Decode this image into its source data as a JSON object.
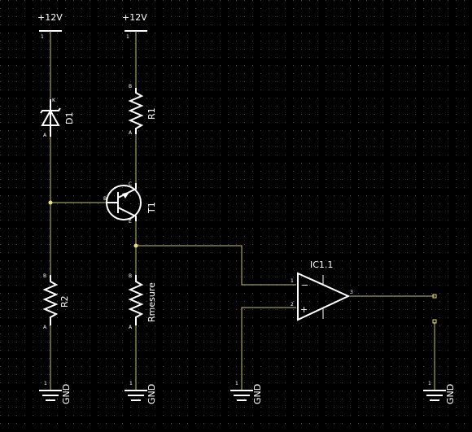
{
  "colors": {
    "background": "#000000",
    "wire": "#c9c46a",
    "symbol": "#ffffff",
    "grid": "#4a4a4a",
    "junction": "#e8e070"
  },
  "power": [
    {
      "net": "+12V",
      "pin": "1"
    },
    {
      "net": "+12V",
      "pin": "1"
    }
  ],
  "grounds": [
    {
      "net": "GND",
      "pin": "1"
    },
    {
      "net": "GND",
      "pin": "1"
    },
    {
      "net": "GND",
      "pin": "1"
    },
    {
      "net": "GND",
      "pin": "1"
    }
  ],
  "components": {
    "d1": {
      "ref": "D1",
      "pin_k": "K",
      "pin_a": "A"
    },
    "r1": {
      "ref": "R1",
      "pin_b": "B",
      "pin_a": "A"
    },
    "t1": {
      "ref": "T1",
      "pin_b": "B",
      "pin_c": "C",
      "pin_e": "E"
    },
    "r2": {
      "ref": "R2",
      "pin_b": "B",
      "pin_a": "A"
    },
    "rmesure": {
      "ref": "Rmesure",
      "pin_b": "B",
      "pin_a": "A"
    },
    "ic1": {
      "ref": "IC1.1",
      "pin1": "1",
      "pin2": "2",
      "pin3": "3",
      "minus": "−",
      "plus": "+"
    }
  }
}
